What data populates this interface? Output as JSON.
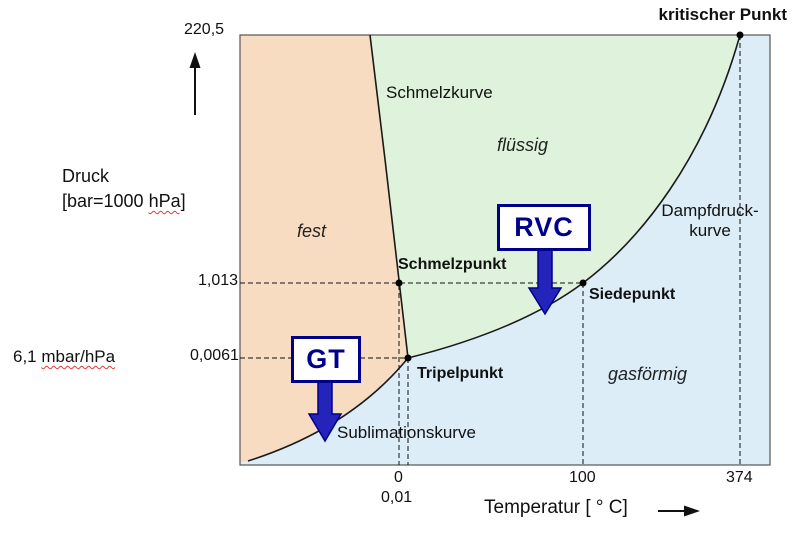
{
  "colors": {
    "solid_region": "#f8dcc2",
    "liquid_region": "#def2dc",
    "gas_region": "#dcedf8",
    "curve": "#1a1a1a",
    "accent_blue": "#00008b",
    "arrow_fill": "#2424bb"
  },
  "y_axis": {
    "title_line1": "Druck",
    "title_line2_a": "[bar=1000 ",
    "title_line2_b": "hPa]",
    "tick_top": "220,5",
    "tick_mid": "1,013",
    "tick_low": "0,0061",
    "note_a": "6,1 ",
    "note_b": "mbar/hPa"
  },
  "x_axis": {
    "title": "Temperatur [ ° C]",
    "tick_zero": "0",
    "tick_zero_01": "0,01",
    "tick_100": "100",
    "tick_374": "374"
  },
  "regions": {
    "solid": "fest",
    "liquid": "flüssig",
    "gas": "gasförmig"
  },
  "curves": {
    "melting": "Schmelzkurve",
    "vapor_line1": "Dampfdruck-",
    "vapor_line2": "kurve",
    "sublimation": "Sublimationskurve"
  },
  "points": {
    "critical": "kritischer Punkt",
    "melting": "Schmelzpunkt",
    "boiling": "Siedepunkt",
    "triple": "Tripelpunkt"
  },
  "annotations": {
    "rvc": "RVC",
    "gt": "GT"
  }
}
